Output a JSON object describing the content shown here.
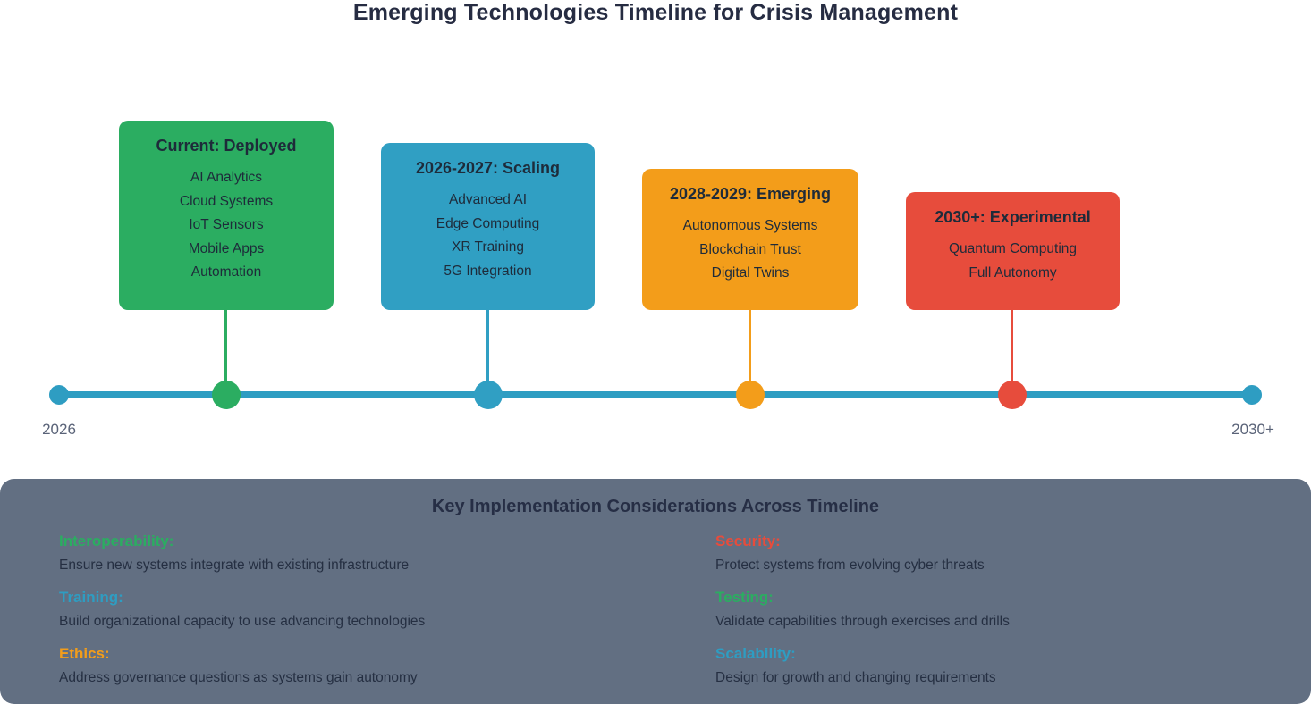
{
  "title": "Emerging Technologies Timeline for Crisis Management",
  "timeline": {
    "axis_color": "#2e9dc2",
    "start_label": "2026",
    "end_label": "2030+",
    "phases": [
      {
        "title": "Current: Deployed",
        "color": "#2bad61",
        "items": [
          "AI Analytics",
          "Cloud Systems",
          "IoT Sensors",
          "Mobile Apps",
          "Automation"
        ]
      },
      {
        "title": "2026-2027: Scaling",
        "color": "#309fc3",
        "items": [
          "Advanced AI",
          "Edge Computing",
          "XR Training",
          "5G Integration"
        ]
      },
      {
        "title": "2028-2029: Emerging",
        "color": "#f39d1a",
        "items": [
          "Autonomous Systems",
          "Blockchain Trust",
          "Digital Twins"
        ]
      },
      {
        "title": "2030+: Experimental",
        "color": "#e74c3c",
        "items": [
          "Quantum Computing",
          "Full Autonomy"
        ]
      }
    ]
  },
  "considerations": {
    "heading": "Key Implementation Considerations Across Timeline",
    "panel_color": "#626f82",
    "left_column": [
      {
        "label": "Interoperability:",
        "color": "#2bad61",
        "description": "Ensure new systems integrate with existing infrastructure"
      },
      {
        "label": "Training:",
        "color": "#2e9dc2",
        "description": "Build organizational capacity to use advancing technologies"
      },
      {
        "label": "Ethics:",
        "color": "#f39d1a",
        "description": "Address governance questions as systems gain autonomy"
      }
    ],
    "right_column": [
      {
        "label": "Security:",
        "color": "#e74c3c",
        "description": "Protect systems from evolving cyber threats"
      },
      {
        "label": "Testing:",
        "color": "#2bad61",
        "description": "Validate capabilities through exercises and drills"
      },
      {
        "label": "Scalability:",
        "color": "#2e9dc2",
        "description": "Design for growth and changing requirements"
      }
    ]
  }
}
